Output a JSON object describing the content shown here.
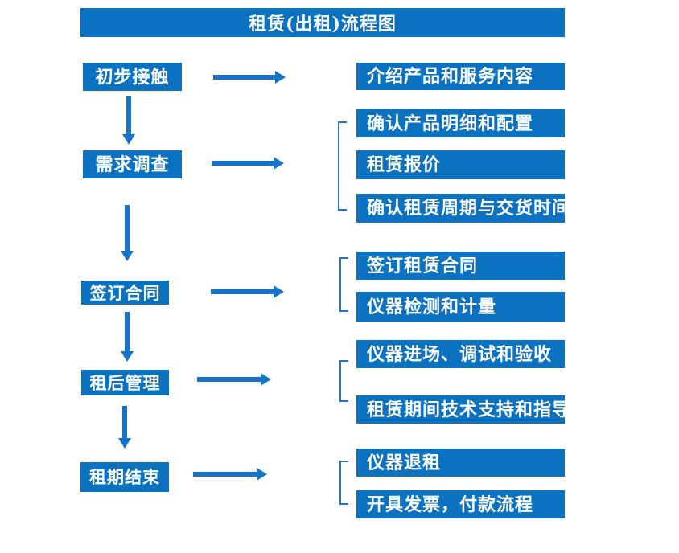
{
  "title": "租赁(出租)流程图",
  "colors": {
    "box_fill": "#0b72c2",
    "arrow": "#1573cb",
    "bracket": "#2e74b5",
    "text": "#ffffff",
    "background": "#ffffff"
  },
  "diagram_type": "flowchart",
  "steps": [
    {
      "label": "初步接触",
      "outputs": [
        "介绍产品和服务内容"
      ]
    },
    {
      "label": "需求调查",
      "outputs": [
        "确认产品明细和配置",
        "租赁报价",
        "确认租赁周期与交货时间"
      ]
    },
    {
      "label": "签订合同",
      "outputs": [
        "签订租赁合同",
        "仪器检测和计量"
      ]
    },
    {
      "label": "租后管理",
      "outputs": [
        "仪器进场、调试和验收",
        "租赁期间技术支持和指导"
      ]
    },
    {
      "label": "租期结束",
      "outputs": [
        "仪器退租",
        "开具发票，付款流程"
      ]
    }
  ]
}
